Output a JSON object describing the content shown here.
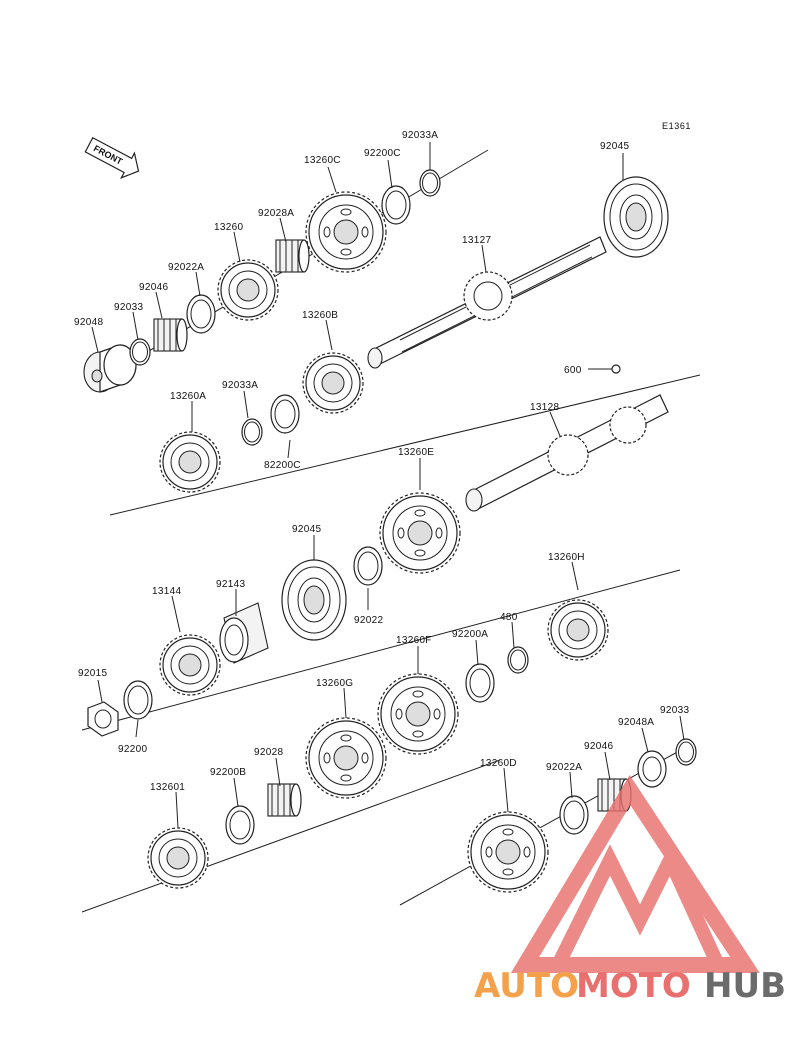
{
  "diagram": {
    "ref_code": "E1361",
    "front_label": "FRONT",
    "labels": {
      "p92033A_top": "92033A",
      "p92045_top": "92045",
      "p13260C": "13260C",
      "p92200C_top": "92200C",
      "p92028A": "92028A",
      "p13260": "13260",
      "p13127": "13127",
      "p92022A_top": "92022A",
      "p92046_top": "92046",
      "p92033_top": "92033",
      "p92048": "92048",
      "p13260B": "13260B",
      "p600": "600",
      "p92033A_mid": "92033A",
      "p13260A": "13260A",
      "p13128": "13128",
      "p82200C": "82200C",
      "p13260E": "13260E",
      "p92045_mid": "92045",
      "p13260H": "13260H",
      "p13144": "13144",
      "p92143": "92143",
      "p92022": "92022",
      "p480": "480",
      "p92200A": "92200A",
      "p13260F": "13260F",
      "p92015": "92015",
      "p13260G": "13260G",
      "p92033_bot": "92033",
      "p92048A": "92048A",
      "p92200": "92200",
      "p92046_bot": "92046",
      "p92028": "92028",
      "p92200B": "92200B",
      "p132601": "132601",
      "p13260D": "13260D",
      "p92022A_bot": "92022A"
    }
  },
  "watermark": {
    "part1": "AUTO",
    "part2": "MOTO",
    "part3": "HUB",
    "color1": "#f5a04a",
    "color2": "#e8716f",
    "color3": "#6b6b6b",
    "logo_color": "#e8716f"
  }
}
